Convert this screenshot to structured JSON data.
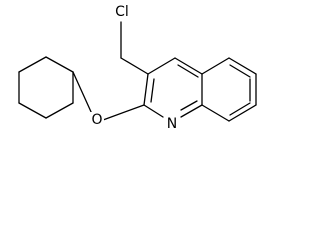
{
  "atoms": {
    "chlorine": "Cl",
    "oxygen": "O",
    "nitrogen": "N"
  },
  "colors": {
    "bond": "#000000",
    "background": "#ffffff"
  }
}
